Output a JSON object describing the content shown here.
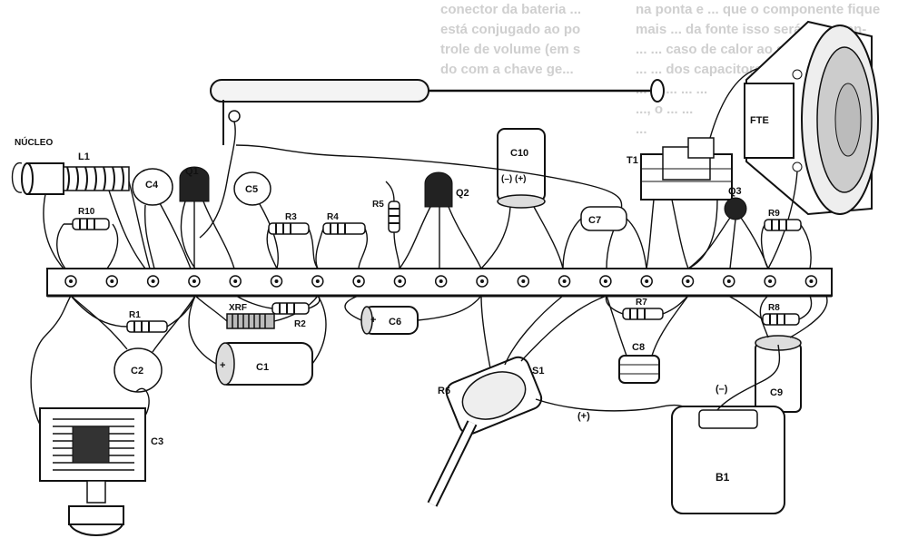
{
  "background_text": {
    "center_column": [
      "conector da bateria ...",
      "está conjugado ao po...",
      "trole de volume (em s...",
      "do com a chave ge..."
    ],
    "right_column": [
      "na ponta e ... que o componente fique",
      "mais ... da fonte isso será recomen-",
      "... ... caso de calor ao seu sol-",
      "... ... dos capacitores que",
      "... ... ... ... ...",
      "..., o ... ...",
      "..."
    ]
  },
  "labels": {
    "nucleo": "NÚCLEO",
    "l1": "L1",
    "r10": "R10",
    "c4": "C4",
    "q1": "Q1",
    "c5": "C5",
    "r3": "R3",
    "r4": "R4",
    "r5": "R5",
    "q2": "Q2",
    "c10": "C10",
    "c10_polarity": "(–)  (+)",
    "t1": "T1",
    "fte": "FTE",
    "c7": "C7",
    "q3": "Q3",
    "r9": "R9",
    "r1": "R1",
    "xrf": "XRF",
    "r2": "R2",
    "c6": "C6",
    "c6_plus": "+",
    "c2": "C2",
    "c1": "C1",
    "c1_plus": "+",
    "c3": "C3",
    "r6": "R6",
    "s1": "S1",
    "r7": "R7",
    "c8": "C8",
    "r8": "R8",
    "c9": "C9",
    "b1": "B1",
    "plus": "(+)",
    "minus": "(–)"
  }
}
